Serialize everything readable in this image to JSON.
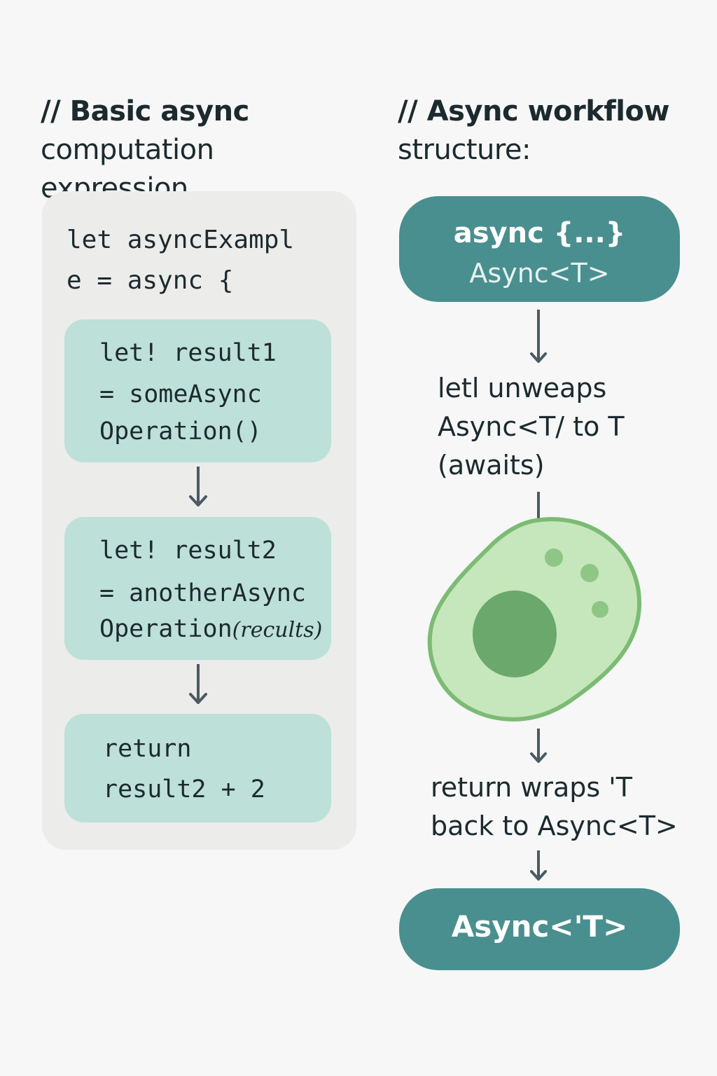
{
  "left_heading": {
    "line1": "// Basic async",
    "line2": "computation expression"
  },
  "right_heading": {
    "line1": "// Async workflow",
    "line2": "structure:"
  },
  "code": {
    "line1": "let asyncExampl",
    "line2": "e = async {",
    "box1": [
      "let! result1",
      "= someAsync",
      "Operation()"
    ],
    "box2": [
      "let! result2",
      "= anotherAsync",
      "Operation"
    ],
    "box2_arg": "(recults)",
    "box3": [
      "return",
      "result2 + 2"
    ]
  },
  "flow": {
    "top_pill": {
      "line1": "async {...}",
      "line2": "Async<T>"
    },
    "step1": [
      "letl unweaps",
      "Async<T/ to T",
      "(awaits)"
    ],
    "step2": [
      "return wraps 'T",
      "back to Async<T>"
    ],
    "bottom_pill": "Async<'T>"
  },
  "colors": {
    "background": "#f6f7f6",
    "panel": "#ececeb",
    "code_box": "#bde0d8",
    "pill": "#4a8f8f",
    "arrow": "#4b5a63",
    "cell_fill": "#c6e6bb",
    "cell_stroke": "#7cbb75",
    "nucleus": "#6aa96b"
  }
}
